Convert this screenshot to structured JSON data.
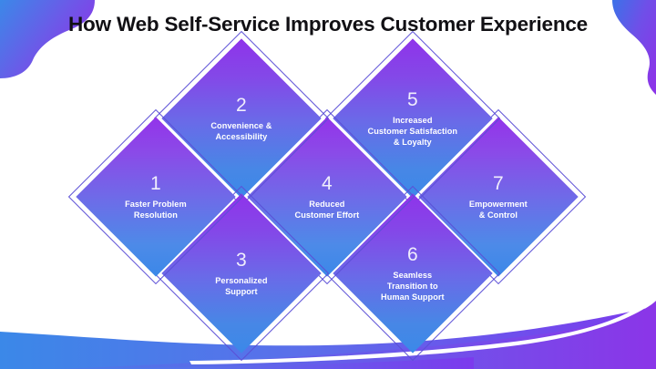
{
  "slide": {
    "title": "How Web Self-Service Improves Customer Experience",
    "background_color": "#ffffff",
    "title_color": "#111014"
  },
  "theme": {
    "gradient_start": "#9333ea",
    "gradient_end": "#3b88e8",
    "diamond_border": "#5b4fd6",
    "number_color": "#f0eefc",
    "label_color": "#ffffff",
    "wave_blue": "#3b88e8",
    "wave_purple": "#8b35e8"
  },
  "decorations": [
    {
      "name": "top-left-blob",
      "colors": [
        "#3b88e8",
        "#8b35e8"
      ]
    },
    {
      "name": "top-right-blob",
      "colors": [
        "#3b72e8",
        "#8b35e8"
      ]
    },
    {
      "name": "bottom-wave",
      "colors": [
        "#3b88e8",
        "#7c3aed"
      ]
    }
  ],
  "diamonds": [
    {
      "number": "1",
      "label_line1": "Faster Problem",
      "label_line2": "Resolution",
      "label_line3": ""
    },
    {
      "number": "2",
      "label_line1": "Convenience &",
      "label_line2": "Accessibility",
      "label_line3": ""
    },
    {
      "number": "3",
      "label_line1": "Personalized",
      "label_line2": "Support",
      "label_line3": ""
    },
    {
      "number": "4",
      "label_line1": "Reduced",
      "label_line2": "Customer Effort",
      "label_line3": ""
    },
    {
      "number": "5",
      "label_line1": "Increased",
      "label_line2": "Customer Satisfaction",
      "label_line3": "& Loyalty"
    },
    {
      "number": "6",
      "label_line1": "Seamless",
      "label_line2": "Transition to",
      "label_line3": "Human Support"
    },
    {
      "number": "7",
      "label_line1": "Empowerment",
      "label_line2": "& Control",
      "label_line3": ""
    }
  ]
}
